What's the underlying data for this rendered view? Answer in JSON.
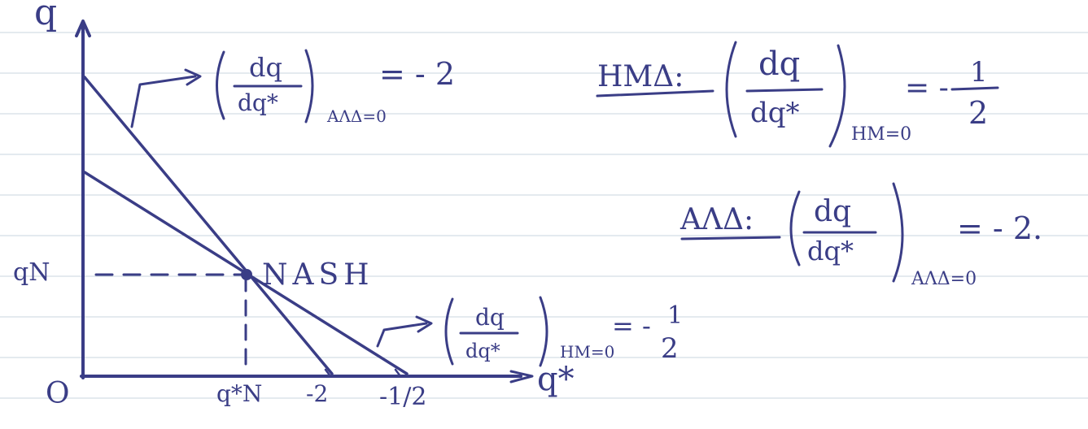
{
  "axes": {
    "y_label": "q",
    "x_label": "q*",
    "origin": "O"
  },
  "points": {
    "nash": "NASH",
    "q_n": "qN",
    "q_star_n": "q*N"
  },
  "intercepts": [
    "-2",
    "-1/2"
  ],
  "curve_labels": {
    "upper": {
      "num": "dq",
      "den": "dq*",
      "sub": "ΑΛΔ=0",
      "rhs": "= - 2"
    },
    "lower": {
      "num": "dq",
      "den": "dq*",
      "sub": "HM=0",
      "rhs_sign": "= -",
      "rhs_num": "1",
      "rhs_den": "2"
    }
  },
  "equations": {
    "hm": {
      "name": "HMΔ:",
      "num": "dq",
      "den": "dq*",
      "sub": "HM=0",
      "rhs_sign": "= -",
      "rhs_num": "1",
      "rhs_den": "2"
    },
    "aad": {
      "name": "ΑΛΔ:",
      "num": "dq",
      "den": "dq*",
      "sub": "ΑΛΔ=0",
      "rhs": "= - 2."
    }
  },
  "colors": {
    "ink": "#3a3d86",
    "paper": "#ffffff",
    "rule": "#c9d6df"
  }
}
